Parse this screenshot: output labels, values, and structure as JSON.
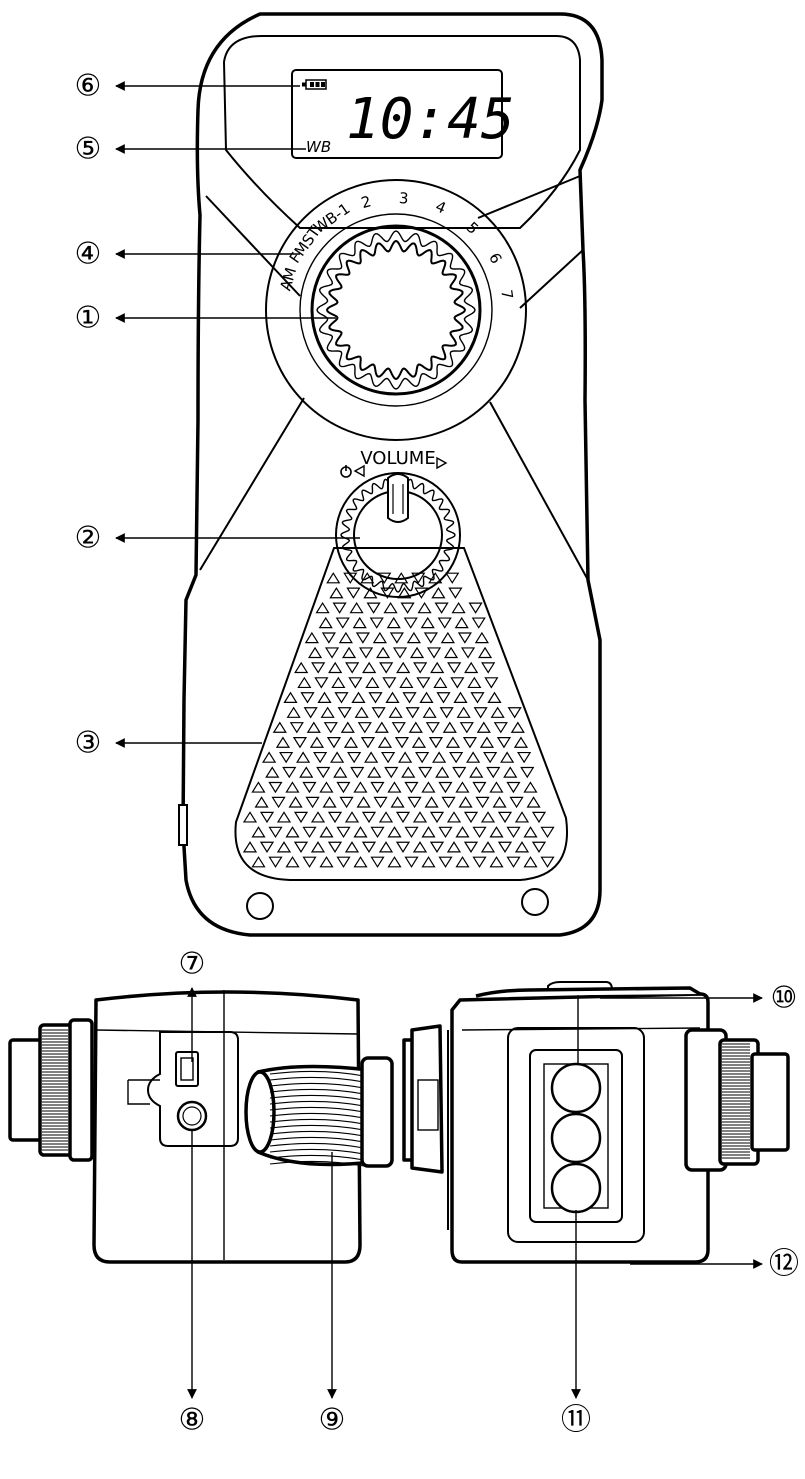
{
  "front": {
    "lcd_time": "10:45",
    "lcd_band": "WB",
    "band_labels": [
      "AM",
      "FMST",
      "WB-1"
    ],
    "channel_labels": [
      "2",
      "3",
      "4",
      "5",
      "6",
      "7"
    ],
    "volume_label": "VOLUME"
  },
  "callouts": [
    {
      "id": "6",
      "label": "⑥"
    },
    {
      "id": "5",
      "label": "⑤"
    },
    {
      "id": "4",
      "label": "④"
    },
    {
      "id": "1",
      "label": "①"
    },
    {
      "id": "2",
      "label": "②"
    },
    {
      "id": "3",
      "label": "③"
    },
    {
      "id": "7",
      "label": "⑦"
    },
    {
      "id": "8",
      "label": "⑧"
    },
    {
      "id": "9",
      "label": "⑨"
    },
    {
      "id": "10",
      "label": "⑩"
    },
    {
      "id": "11",
      "label": "⑪"
    },
    {
      "id": "12",
      "label": "⑫"
    }
  ]
}
